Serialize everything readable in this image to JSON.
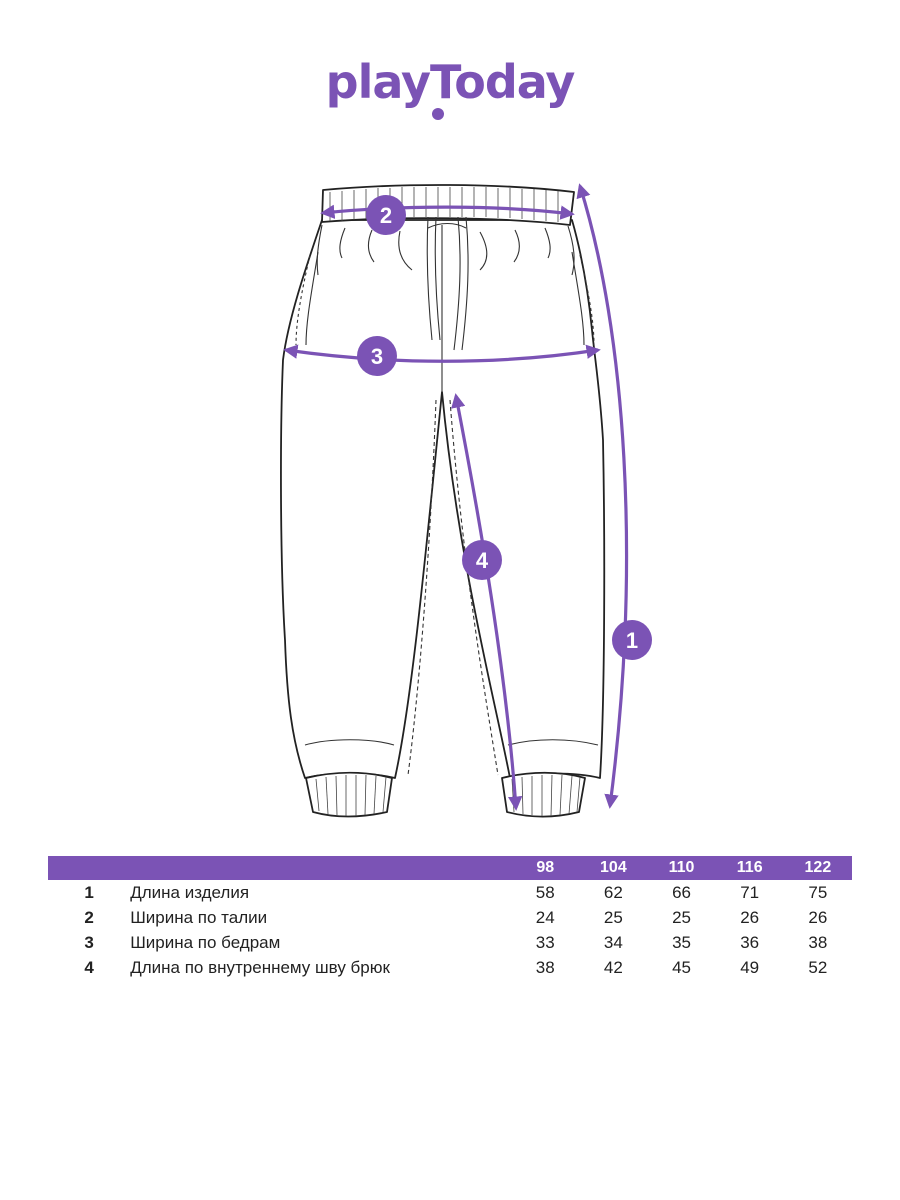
{
  "brand": {
    "logo_text": "playToday",
    "accent_color": "#7b53b5"
  },
  "diagram": {
    "markers": [
      {
        "label": "1"
      },
      {
        "label": "2"
      },
      {
        "label": "3"
      },
      {
        "label": "4"
      }
    ]
  },
  "table": {
    "sizes": [
      "98",
      "104",
      "110",
      "116",
      "122"
    ],
    "rows": [
      {
        "num": "1",
        "label": "Длина изделия",
        "values": [
          "58",
          "62",
          "66",
          "71",
          "75"
        ]
      },
      {
        "num": "2",
        "label": "Ширина по талии",
        "values": [
          "24",
          "25",
          "25",
          "26",
          "26"
        ]
      },
      {
        "num": "3",
        "label": "Ширина по бедрам",
        "values": [
          "33",
          "34",
          "35",
          "36",
          "38"
        ]
      },
      {
        "num": "4",
        "label": "Длина по внутреннему шву брюк",
        "values": [
          "38",
          "42",
          "45",
          "49",
          "52"
        ]
      }
    ]
  }
}
